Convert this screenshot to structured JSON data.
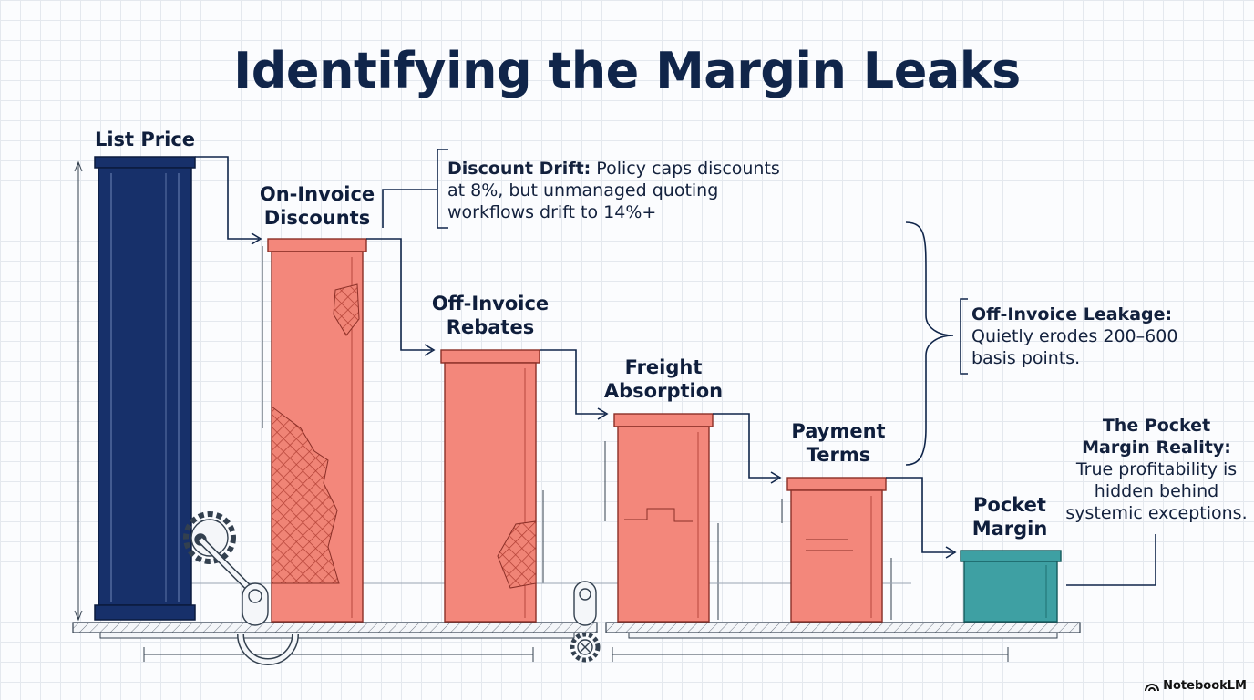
{
  "title": "Identifying the Margin Leaks",
  "bars": [
    {
      "line1": "List Price",
      "line2": ""
    },
    {
      "line1": "On-Invoice",
      "line2": "Discounts"
    },
    {
      "line1": "Off-Invoice",
      "line2": "Rebates"
    },
    {
      "line1": "Freight",
      "line2": "Absorption"
    },
    {
      "line1": "Payment",
      "line2": "Terms"
    },
    {
      "line1": "Pocket",
      "line2": "Margin"
    }
  ],
  "callouts": {
    "discount_drift": {
      "heading": "Discount Drift:",
      "line1": " Policy caps discounts",
      "line2": "at 8%, but unmanaged quoting",
      "line3": "workflows drift to 14%+"
    },
    "off_invoice_leakage": {
      "heading": "Off-Invoice Leakage:",
      "line1": "Quietly erodes 200–600",
      "line2": "basis points."
    },
    "pocket_reality": {
      "line1": "The Pocket",
      "line2": "Margin Reality:",
      "line3": "True profitability is",
      "line4": "hidden behind",
      "line5": "systemic exceptions."
    }
  },
  "colors": {
    "navy": "#17306a",
    "salmon": "#f3877b",
    "teal": "#3ea0a3",
    "line": "#10254a"
  },
  "brand": {
    "icon": "notebooklm-logo-icon",
    "text": "NotebookLM"
  }
}
